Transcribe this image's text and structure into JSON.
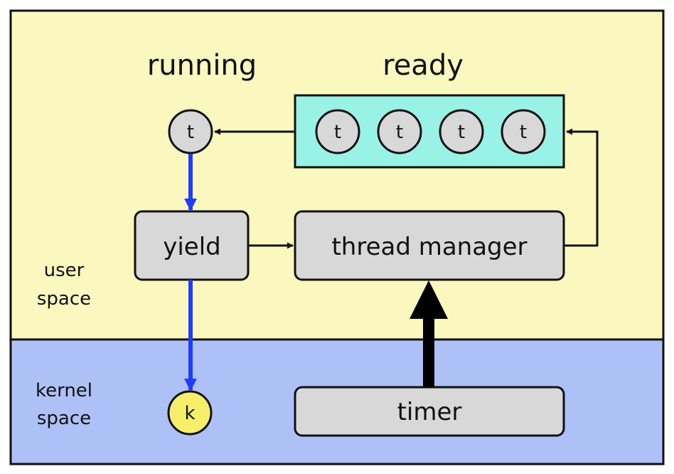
{
  "labels": {
    "running": "running",
    "ready": "ready",
    "user_space_line1": "user",
    "user_space_line2": "space",
    "kernel_space_line1": "kernel",
    "kernel_space_line2": "space"
  },
  "nodes": {
    "running_thread": "t",
    "ready_threads": [
      "t",
      "t",
      "t",
      "t"
    ],
    "kernel_thread": "k",
    "yield": "yield",
    "thread_manager": "thread manager",
    "timer": "timer"
  },
  "colors": {
    "user_space_bg": "#fbf8bf",
    "kernel_space_bg": "#aec1f7",
    "ready_queue_bg": "#98f3e6",
    "box_fill": "#d8d8d8",
    "kernel_thread_fill": "#f7ef6a",
    "flow_arrow": "#1f3cff",
    "outline": "#111111"
  }
}
